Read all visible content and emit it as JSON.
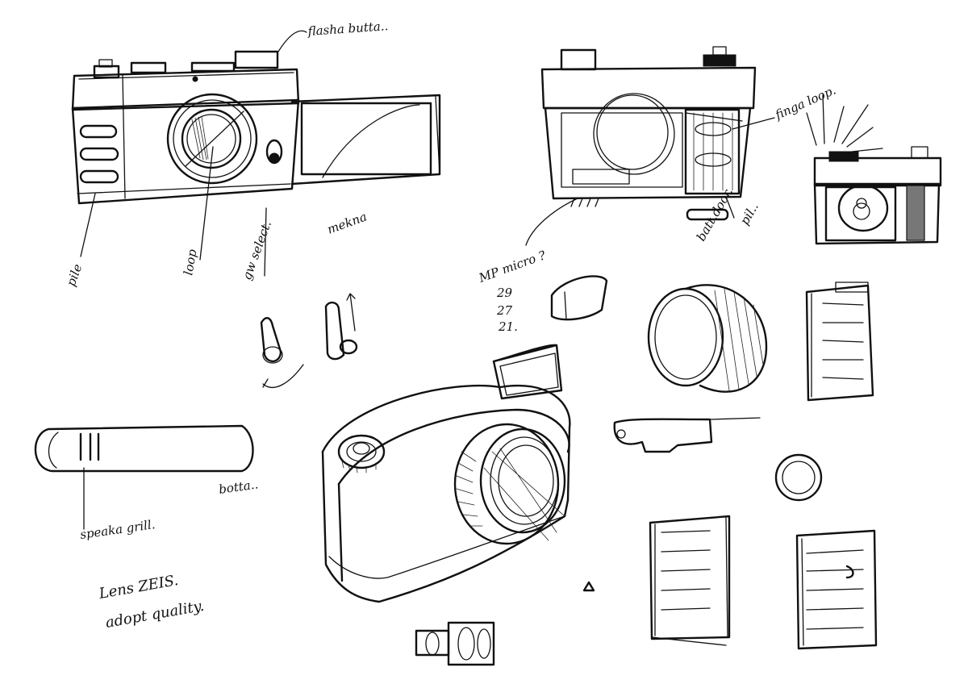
{
  "notes": {
    "flash_button": "flasha butta..",
    "pile": "pile",
    "loop": "loop",
    "gw_select": "gw select.",
    "mekna": "mekna",
    "finger_loop": "finga loop.",
    "pil": "pil..",
    "batt_door": "batt.door.",
    "mp_micro": "MP micro ?",
    "num_1": "29",
    "num_2": "27",
    "num_3": "21.",
    "button": "botta..",
    "speaker_grill": "speaka grill.",
    "lens_line1": "Lens ZEIS.",
    "lens_line2": "adopt quality."
  }
}
